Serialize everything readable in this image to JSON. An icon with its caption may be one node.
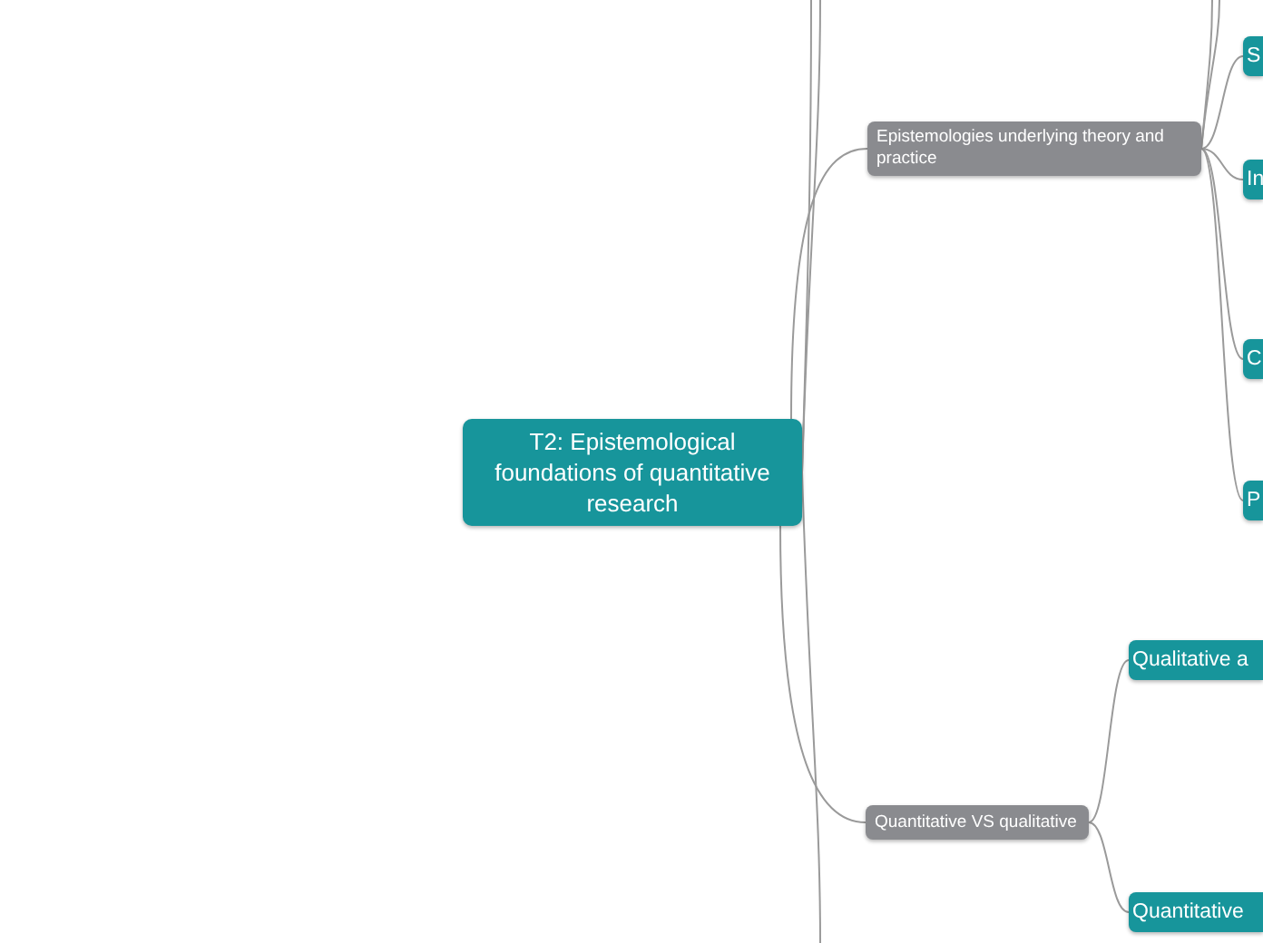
{
  "diagram": {
    "nodes": [
      {
        "text": [
          "T2: Epistemological foundations of quantitative research"
        ]
      },
      {
        "text": [
          "Epistemologies underlying theory and practice"
        ]
      },
      {
        "text": [
          "S"
        ]
      },
      {
        "text": [
          "In"
        ]
      },
      {
        "text": [
          "C"
        ]
      },
      {
        "text": [
          "P"
        ]
      },
      {
        "text": [
          "Quantitative VS qualitative"
        ]
      },
      {
        "text": [
          "Qualitative a"
        ]
      },
      {
        "text": [
          "Quantitative"
        ]
      }
    ],
    "edges": [
      {
        "from": 0,
        "to": null,
        "arrow": "none"
      },
      {
        "from": 0,
        "to": null,
        "arrow": "none"
      },
      {
        "from": 0,
        "to": 1,
        "arrow": "none"
      },
      {
        "from": 0,
        "to": 6,
        "arrow": "none"
      },
      {
        "from": 0,
        "to": null,
        "arrow": "none"
      },
      {
        "from": 1,
        "to": null,
        "arrow": "none"
      },
      {
        "from": 1,
        "to": null,
        "arrow": "none"
      },
      {
        "from": 1,
        "to": 2,
        "arrow": "none"
      },
      {
        "from": 1,
        "to": 3,
        "arrow": "none"
      },
      {
        "from": 1,
        "to": 4,
        "arrow": "none"
      },
      {
        "from": 1,
        "to": 5,
        "arrow": "none"
      },
      {
        "from": 6,
        "to": 7,
        "arrow": "none"
      },
      {
        "from": 6,
        "to": 8,
        "arrow": "none"
      }
    ]
  }
}
